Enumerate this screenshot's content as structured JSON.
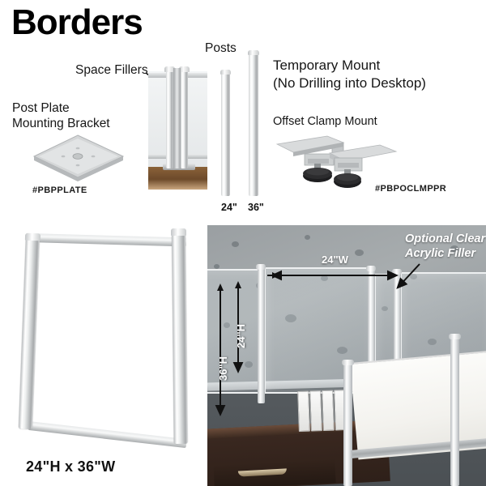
{
  "page": {
    "title": "Borders"
  },
  "components": {
    "space_fillers": {
      "label": "Space Fillers",
      "icon": "space-filler-posts-photo"
    },
    "posts": {
      "label": "Posts",
      "sizes": [
        {
          "label": "24\""
        },
        {
          "label": "36\""
        }
      ]
    },
    "post_plate": {
      "label_line1": "Post Plate",
      "label_line2": "Mounting Bracket",
      "sku": "#PBPPLATE"
    },
    "temporary_mount": {
      "heading_line1": "Temporary Mount",
      "heading_line2": "(No Drilling into Desktop)",
      "subheading": "Offset Clamp Mount",
      "sku": "#PBPOCLMPPR"
    },
    "panel_product": {
      "caption": "24\"H x 36\"W"
    }
  },
  "photo": {
    "annotation": {
      "line1": "Optional Clear",
      "line2": "Acrylic Filler"
    },
    "dimensions": {
      "width_24": "24\"W",
      "height_24": "24\"H",
      "height_36": "36\"H"
    }
  },
  "colors": {
    "title": "#000000",
    "text": "#161616",
    "metal_light": "#ffffff",
    "metal_mid": "#cdd0d1",
    "metal_dark": "#a7aaac",
    "wall": "#9a9fa2",
    "wall_lower": "#565b5f",
    "desk": "#3a2820"
  }
}
